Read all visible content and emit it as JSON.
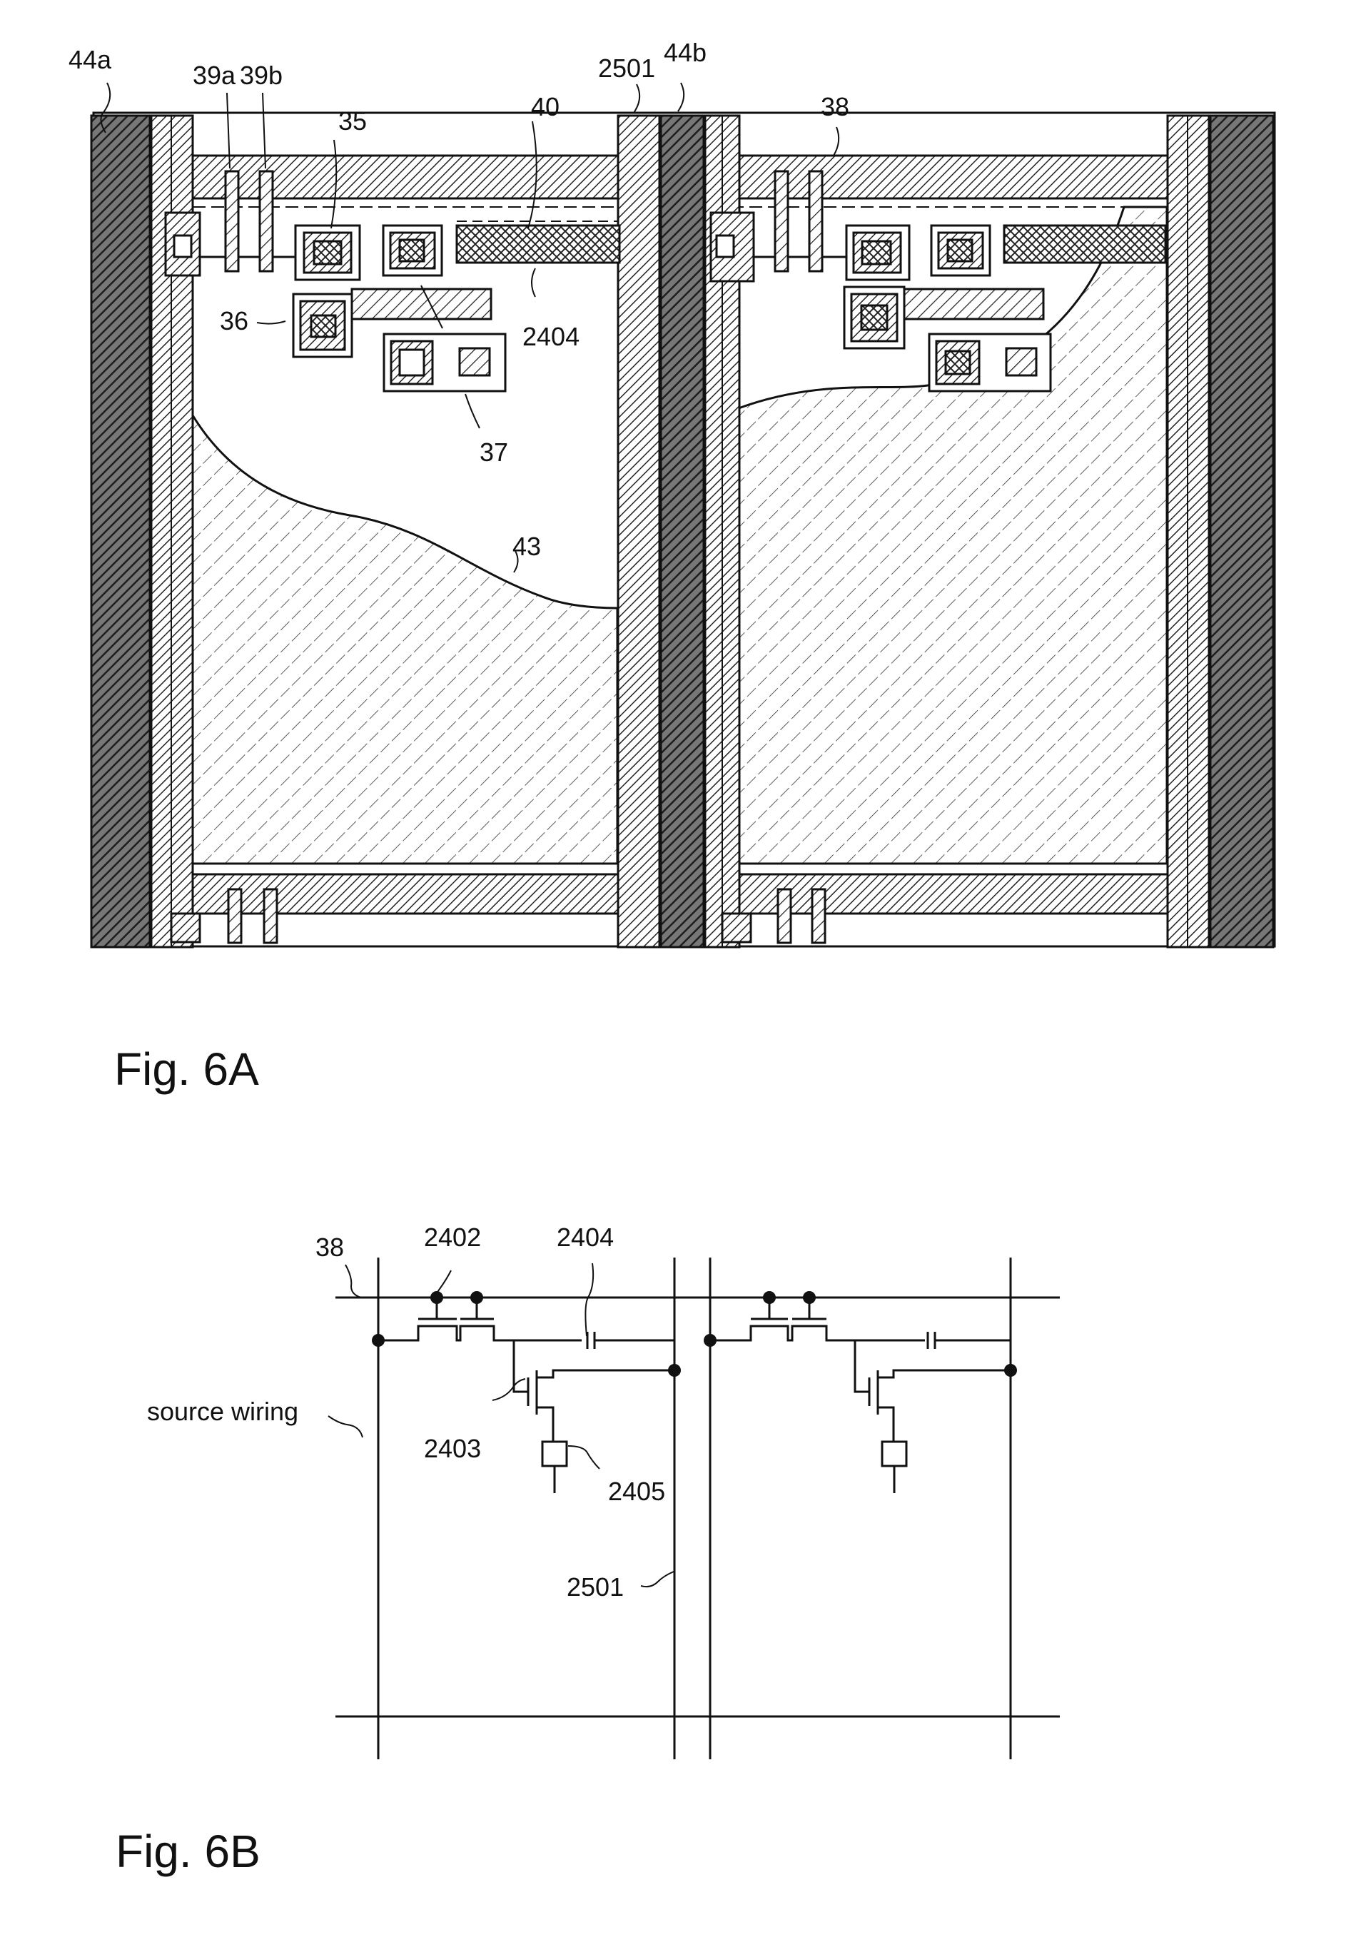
{
  "fig6a": {
    "caption": "Fig. 6A",
    "labels": {
      "l44a": "44a",
      "l39a": "39a",
      "l39b": "39b",
      "l35": "35",
      "l40": "40",
      "l2501": "2501",
      "l44b": "44b",
      "l38": "38",
      "l36": "36",
      "l2404": "2404",
      "l37": "37",
      "l43": "43"
    }
  },
  "fig6b": {
    "caption": "Fig. 6B",
    "labels": {
      "l38": "38",
      "l2402": "2402",
      "l2404": "2404",
      "source_wiring": "source wiring",
      "l2403": "2403",
      "l2405": "2405",
      "l2501": "2501"
    }
  }
}
